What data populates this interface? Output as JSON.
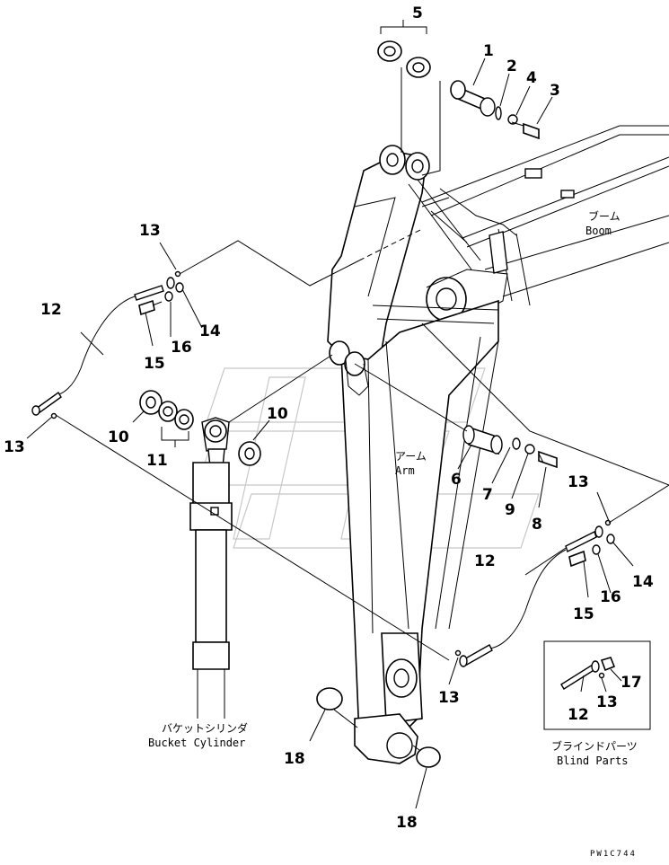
{
  "labels": {
    "boom_jp": "ブーム",
    "boom_en": "Boom",
    "arm_jp": "アーム",
    "arm_en": "Arm",
    "bucket_jp": "バケットシリンダ",
    "bucket_en": "Bucket Cylinder",
    "blind_jp": "ブラインドパーツ",
    "blind_en": "Blind Parts",
    "drawing_code": "PW1C744"
  },
  "callouts": {
    "c1": "1",
    "c2": "2",
    "c3": "3",
    "c4": "4",
    "c5": "5",
    "c6": "6",
    "c7": "7",
    "c8": "8",
    "c9": "9",
    "c10a": "10",
    "c10b": "10",
    "c11": "11",
    "c12a": "12",
    "c12b": "12",
    "c12c": "12",
    "c13a": "13",
    "c13b": "13",
    "c13c": "13",
    "c13d": "13",
    "c13e": "13",
    "c14a": "14",
    "c14b": "14",
    "c15a": "15",
    "c15b": "15",
    "c16a": "16",
    "c16b": "16",
    "c17": "17",
    "c18a": "18",
    "c18b": "18"
  }
}
